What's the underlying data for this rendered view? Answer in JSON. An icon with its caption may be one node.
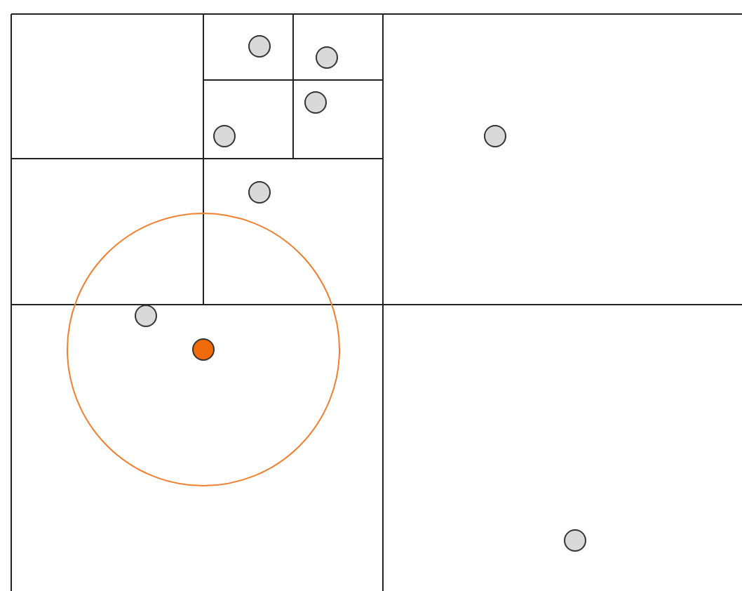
{
  "diagram": {
    "nodes": [
      {
        "text": [],
        "shape": "circle"
      },
      {
        "text": [],
        "shape": "circle"
      },
      {
        "text": [],
        "shape": "circle"
      },
      {
        "text": [],
        "shape": "circle"
      },
      {
        "text": [],
        "shape": "circle"
      },
      {
        "text": [],
        "shape": "circle"
      },
      {
        "text": [],
        "shape": "circle"
      },
      {
        "text": [],
        "shape": "circle"
      },
      {
        "text": [],
        "shape": "circle"
      }
    ]
  }
}
